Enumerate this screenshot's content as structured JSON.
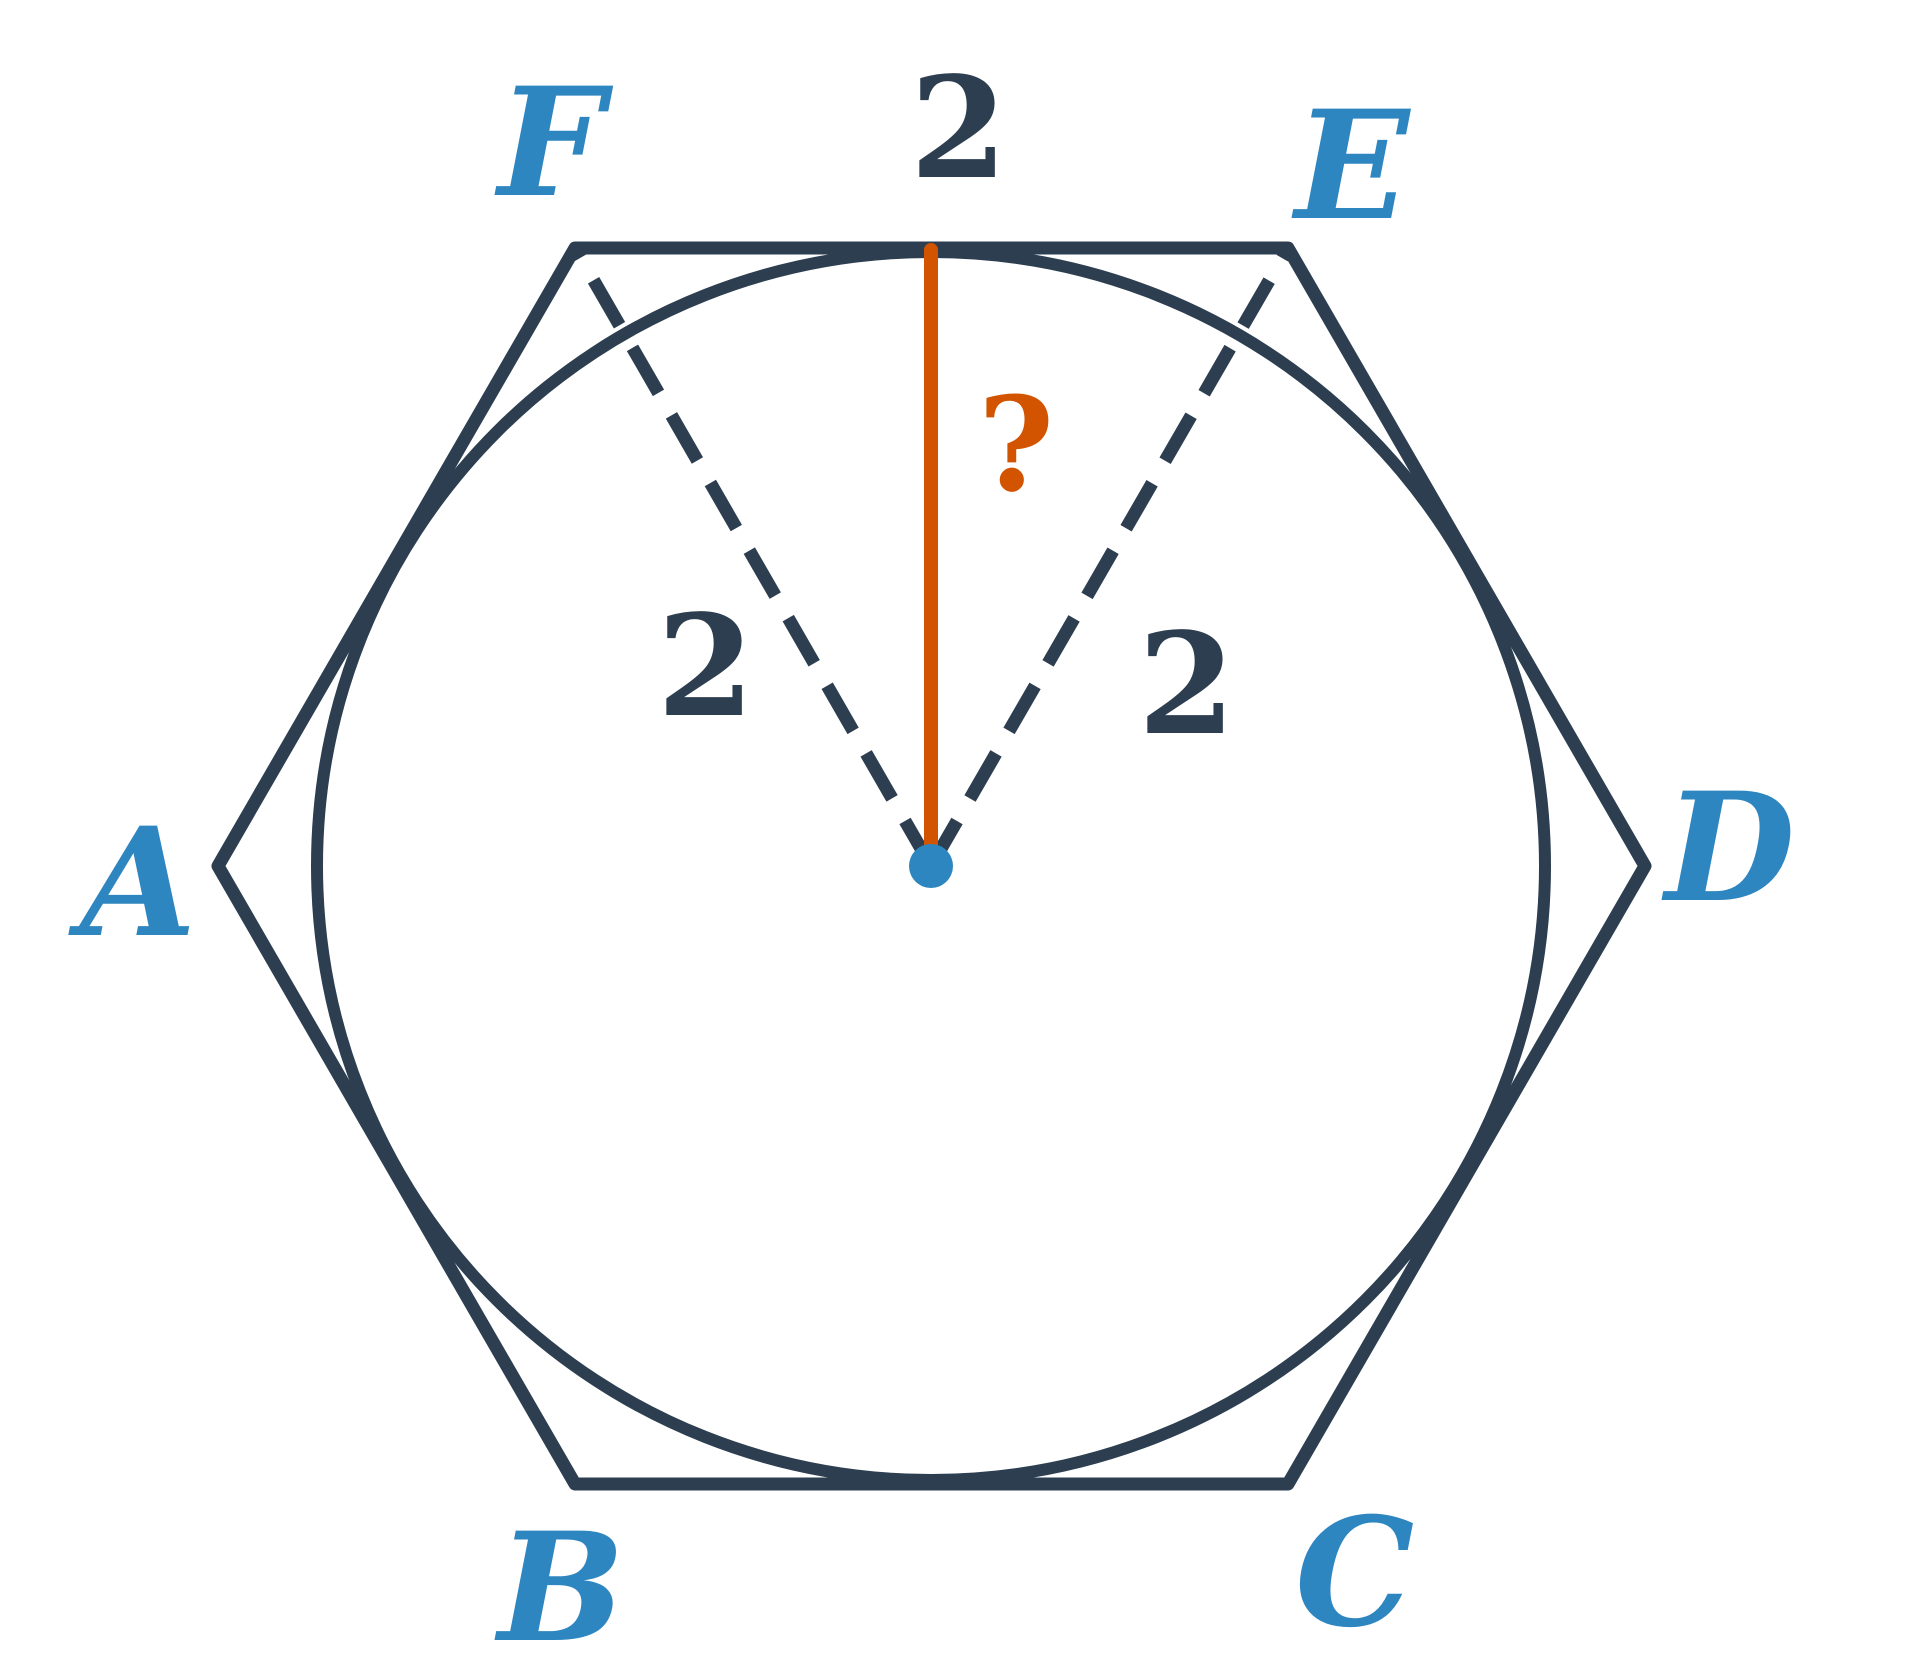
{
  "diagram": {
    "vertices": [
      "A",
      "B",
      "C",
      "D",
      "E",
      "F"
    ],
    "side_label": "2",
    "radius_label_left": "2",
    "radius_label_right": "2",
    "unknown_label": "?",
    "colors": {
      "outline": "#2c3e50",
      "vertex_label": "#2e86c1",
      "center_dot": "#2e86c1",
      "apothem": "#d35400",
      "unknown_label": "#d35400",
      "length_label": "#2c3e50"
    }
  }
}
